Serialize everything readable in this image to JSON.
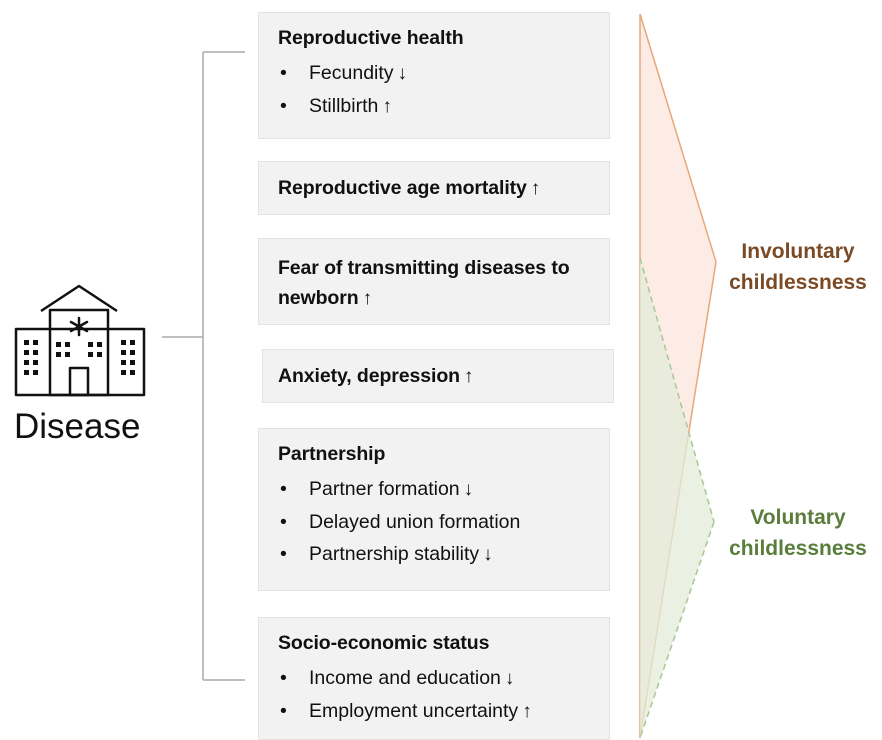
{
  "diagram": {
    "source_label": "Disease",
    "source_icon": "hospital-icon",
    "boxes": [
      {
        "title": "Reproductive health",
        "items": [
          {
            "text": "Fecundity",
            "arrow": "↓"
          },
          {
            "text": "Stillbirth",
            "arrow": "↑"
          }
        ]
      },
      {
        "title": "Reproductive age mortality",
        "arrow": "↑"
      },
      {
        "title": "Fear of transmitting diseases to newborn",
        "arrow": "↑"
      },
      {
        "title": "Anxiety, depression",
        "arrow": "↑"
      },
      {
        "title": "Partnership",
        "items": [
          {
            "text": "Partner formation",
            "arrow": "↓"
          },
          {
            "text": "Delayed union formation",
            "arrow": ""
          },
          {
            "text": "Partnership stability",
            "arrow": "↓"
          }
        ]
      },
      {
        "title": "Socio-economic status",
        "items": [
          {
            "text": "Income and education",
            "arrow": "↓"
          },
          {
            "text": "Employment uncertainty",
            "arrow": "↑"
          }
        ]
      }
    ],
    "outcomes": {
      "involuntary": "Involuntary childlessness",
      "voluntary": "Voluntary childlessness"
    },
    "colors": {
      "involuntary_text": "#7a4a25",
      "voluntary_text": "#5a7d3c",
      "involuntary_fill": "#fbe6dc",
      "voluntary_fill": "#e3ecd9",
      "box_fill": "#f2f2f2",
      "bracket_line": "#aaaaaa"
    }
  }
}
